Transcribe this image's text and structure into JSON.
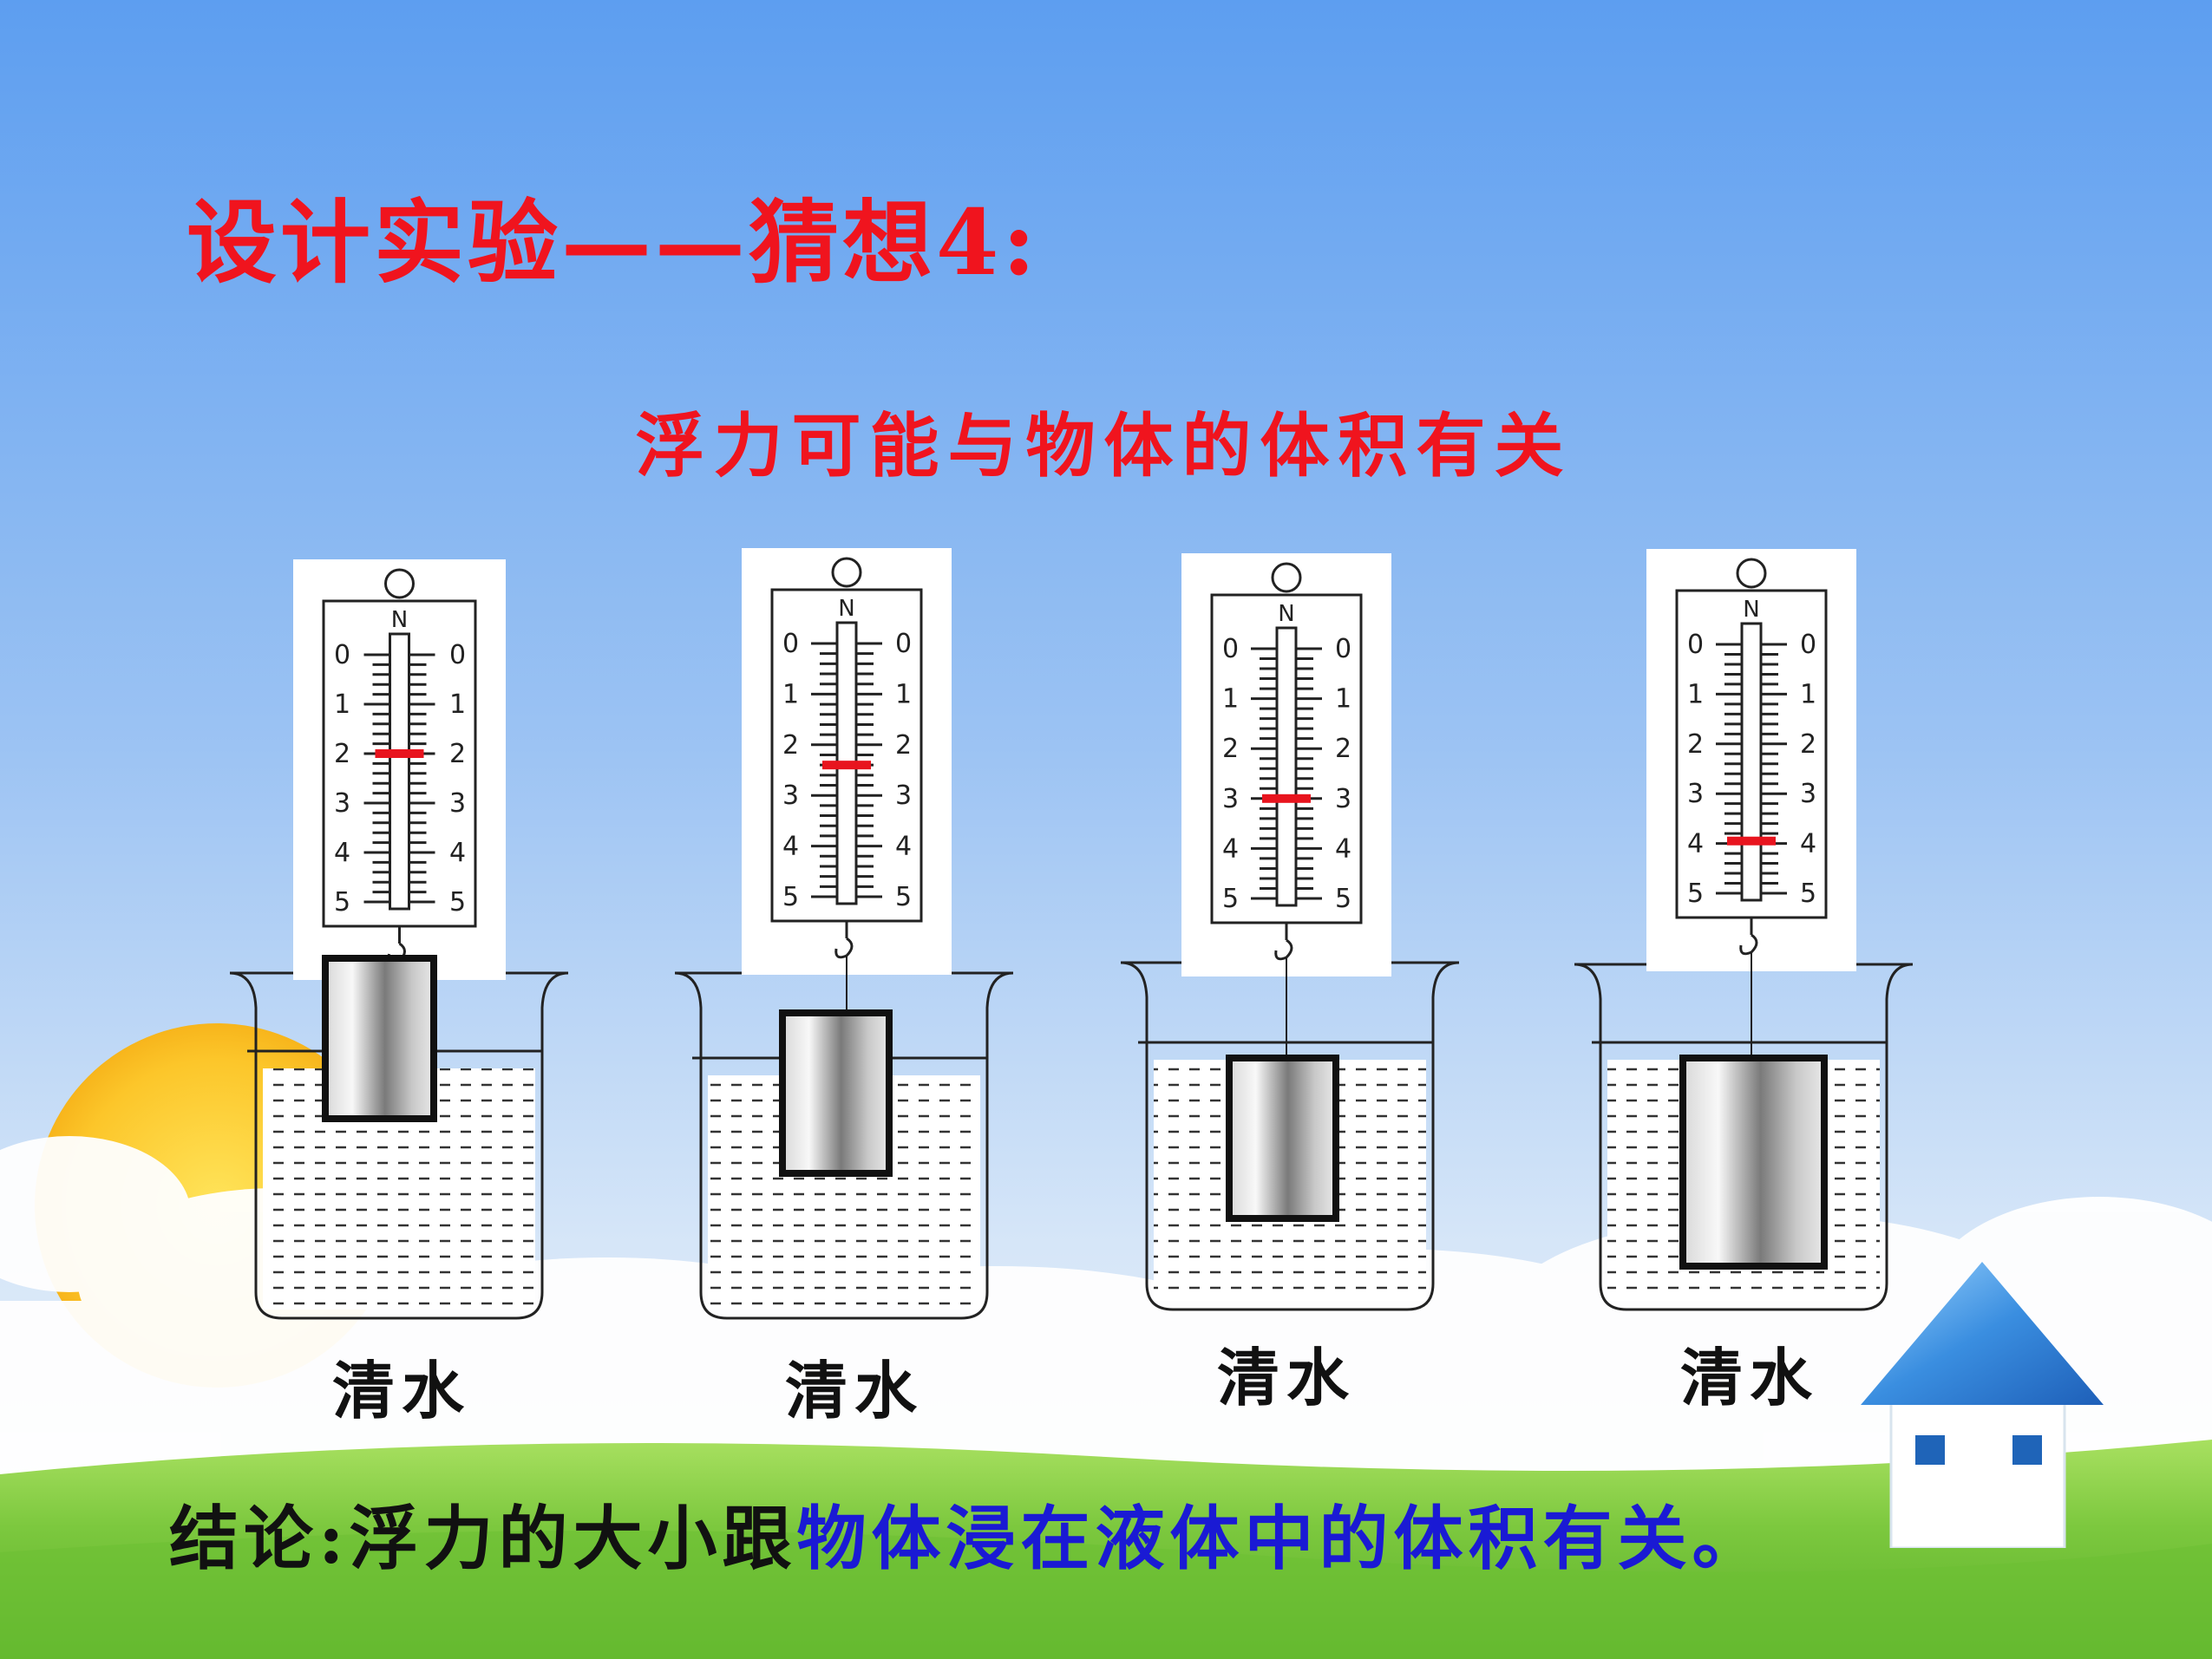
{
  "slide": {
    "title": "设计实验——猜想4:",
    "subtitle": "浮力可能与物体的体积有关",
    "liquid_labels": [
      "清水",
      "清水",
      "清水",
      "清水"
    ],
    "conclusion_prefix": "结论:浮力的大小跟",
    "conclusion_highlight": "物体浸在液体中的体积有关。"
  },
  "spring_scales": {
    "unit": "N",
    "scale_marks": [
      "0",
      "1",
      "2",
      "3",
      "4",
      "5"
    ],
    "readings_N": [
      2.0,
      2.4,
      3.0,
      3.95
    ]
  },
  "colors": {
    "title": "#f0141e",
    "conclusion_text": "#111111",
    "conclusion_highlight": "#1a1ad4",
    "indicator": "#e8141e"
  },
  "icons": [
    "home-icon"
  ]
}
